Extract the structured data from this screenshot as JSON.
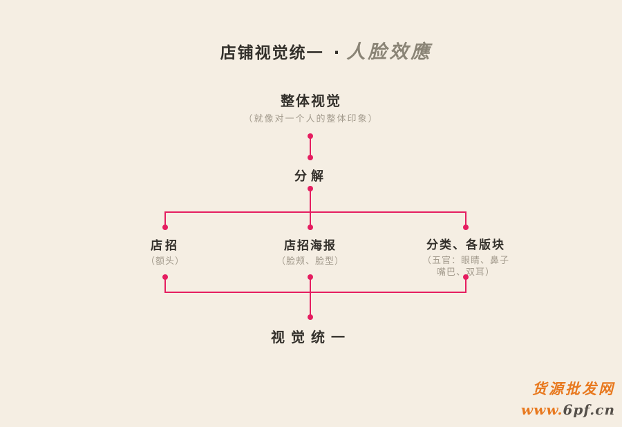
{
  "page": {
    "background_color": "#f5eee3",
    "accent_color": "#e51d60",
    "text_color": "#33302b",
    "muted_color": "#a39b8d"
  },
  "title": {
    "main": "店铺视觉统一",
    "separator": "·",
    "calligraphy": "人脸效應",
    "calligraphy_color": "#8a8476"
  },
  "diagram": {
    "root": {
      "label": "整体视觉",
      "note": "（就像对一个人的整体印象）"
    },
    "step": {
      "label": "分解"
    },
    "branches": [
      {
        "label": "店招",
        "notes": [
          "（额头）"
        ]
      },
      {
        "label": "店招海报",
        "notes": [
          "（脸颊、脸型）"
        ]
      },
      {
        "label": "分类、各版块",
        "notes": [
          "（五官：眼睛、鼻子",
          "嘴巴、双耳）"
        ]
      }
    ],
    "result": {
      "label": "视觉统一"
    }
  },
  "watermark": {
    "site_name": "货源批发网",
    "url_www": "www.",
    "url_domain": "6pf.cn",
    "orange_color": "#e8791f",
    "domain_color": "#55504a"
  }
}
